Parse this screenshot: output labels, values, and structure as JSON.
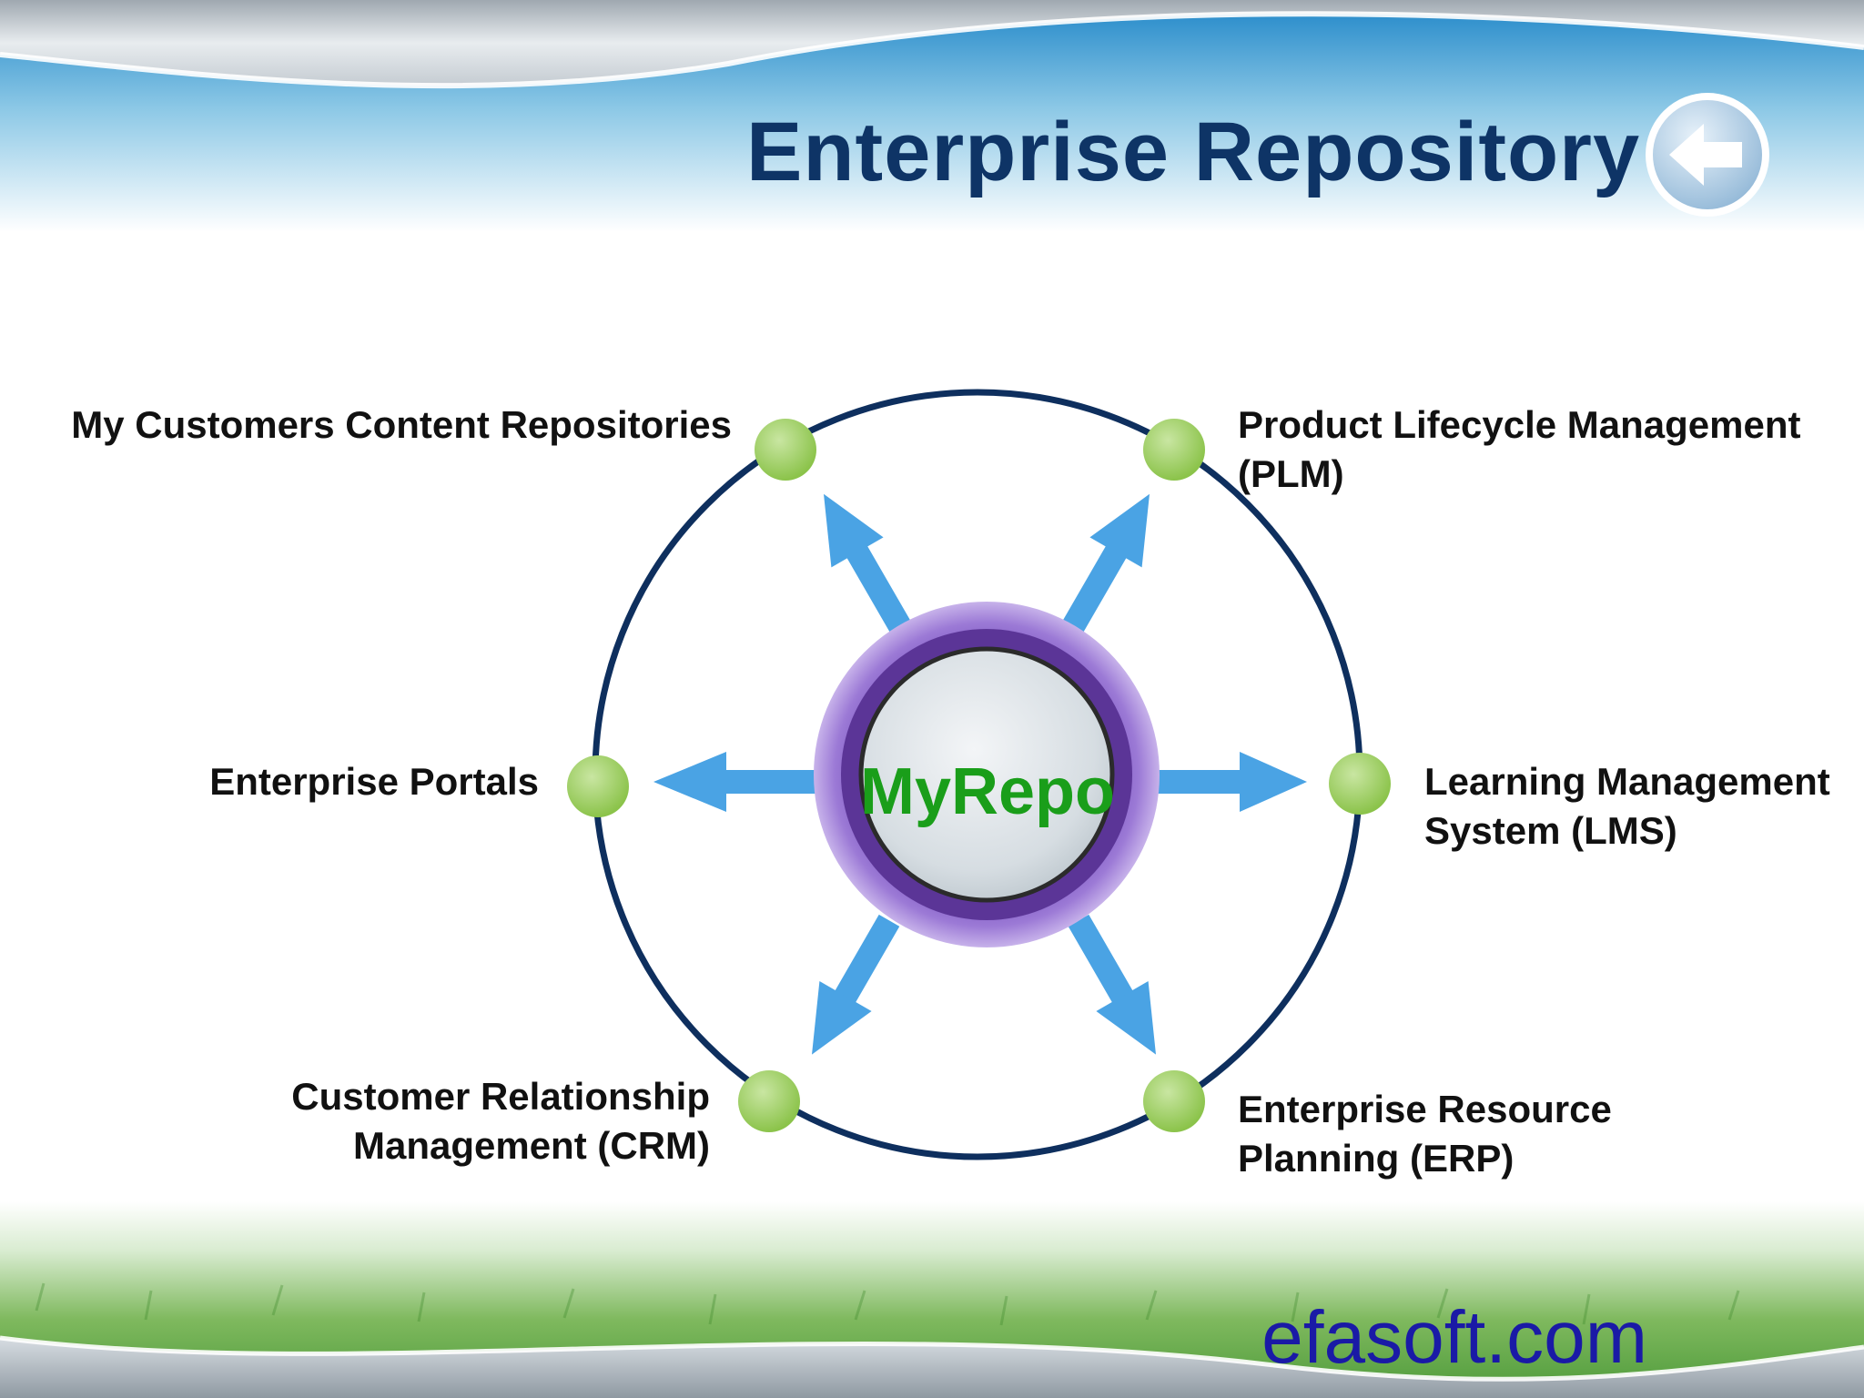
{
  "slide": {
    "title": "Enterprise Repository",
    "back_button_icon": "back-arrow-icon",
    "footer_brand": "efasoft.com"
  },
  "diagram": {
    "center_label": "MyRepo",
    "nodes": [
      {
        "id": "mycust",
        "lines": [
          "My Customers Content Repositories"
        ]
      },
      {
        "id": "plm",
        "lines": [
          "Product Lifecycle Management",
          "(PLM)"
        ]
      },
      {
        "id": "portals",
        "lines": [
          "Enterprise Portals"
        ]
      },
      {
        "id": "lms",
        "lines": [
          "Learning Management",
          "System (LMS)"
        ]
      },
      {
        "id": "crm",
        "lines": [
          "Customer Relationship",
          "Management (CRM)"
        ]
      },
      {
        "id": "erp",
        "lines": [
          "Enterprise Resource",
          "Planning (ERP)"
        ]
      }
    ],
    "colors": {
      "title": "#0e3466",
      "ring": "#0e2f5e",
      "arrow": "#4aa3e4",
      "node": "#9ccc65",
      "hub_purple": "#6a3fa8",
      "center_text": "#1a9e1a",
      "brand": "#1a1aa6"
    }
  }
}
